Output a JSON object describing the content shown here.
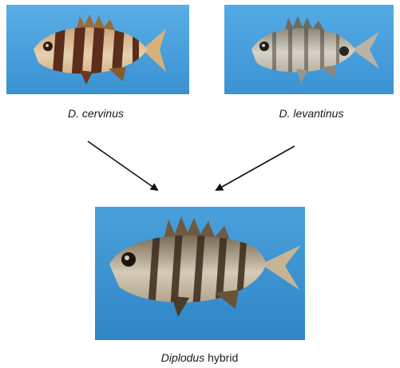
{
  "parents": [
    {
      "id": "cervinus",
      "species": "D. cervinus"
    },
    {
      "id": "levantinus",
      "species": "D. levantinus"
    }
  ],
  "offspring": {
    "genus": "Diplodus",
    "suffix": " hybrid"
  },
  "colors": {
    "photo_background": "#3f9ad8",
    "arrow": "#111111",
    "text": "#1a1a1a"
  }
}
